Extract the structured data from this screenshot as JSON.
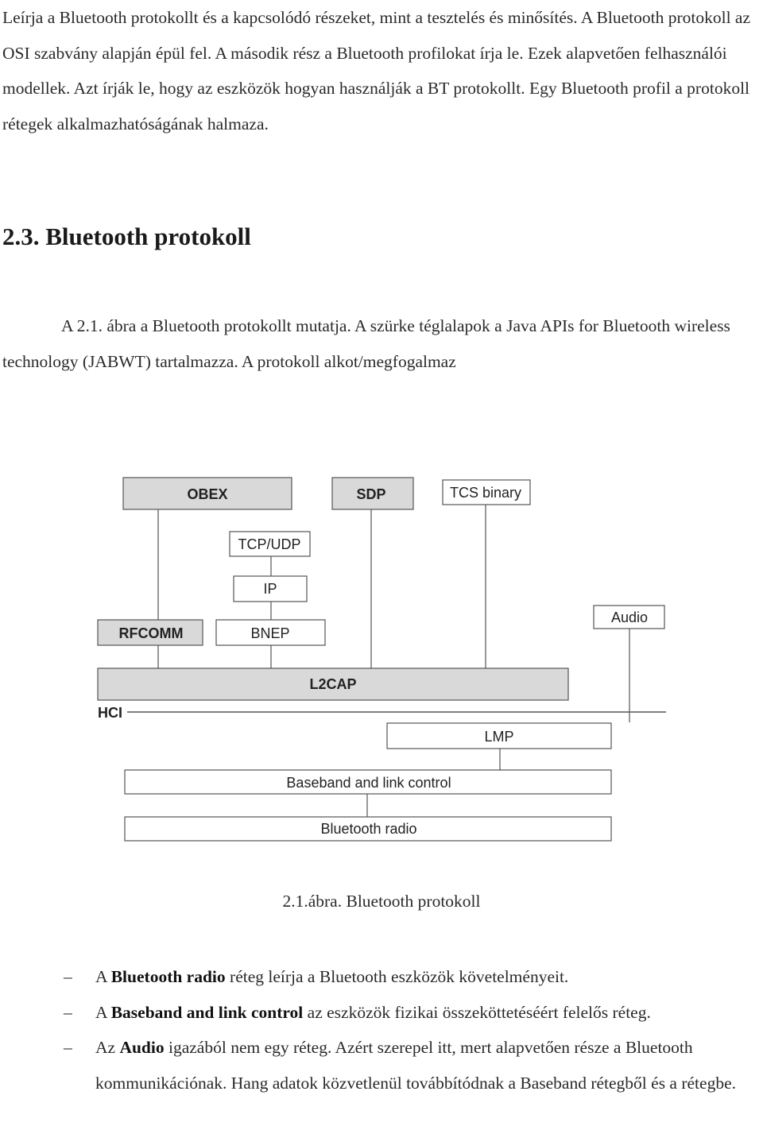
{
  "intro": {
    "text": "Leírja a Bluetooth protokollt és a kapcsolódó részeket, mint a tesztelés és minősítés. A Bluetooth protokoll az OSI szabvány alapján épül fel. A második rész a Bluetooth profilokat írja le. Ezek alapvetően felhasználói modellek. Azt írják le, hogy az eszközök hogyan használják a BT protokollt. Egy Bluetooth profil a protokoll rétegek alkalmazhatóságának halmaza."
  },
  "section": {
    "title": "2.3. Bluetooth protokoll"
  },
  "para2": {
    "text": "A 2.1. ábra a Bluetooth protokollt mutatja. A szürke téglalapok a Java APIs for Bluetooth wireless technology (JABWT) tartalmazza. A protokoll alkot/megfogalmaz"
  },
  "diagram": {
    "colors": {
      "gray": "#d9d9d9",
      "stroke": "#555555"
    },
    "blocks": {
      "obex": "OBEX",
      "sdp": "SDP",
      "tcs": "TCS binary",
      "tcpudp": "TCP/UDP",
      "ip": "IP",
      "audio": "Audio",
      "rfcomm": "RFCOMM",
      "bnep": "BNEP",
      "l2cap": "L2CAP",
      "hci": "HCI",
      "lmp": "LMP",
      "baseband": "Baseband and link control",
      "radio": "Bluetooth radio"
    }
  },
  "caption": {
    "text": "2.1.ábra. Bluetooth protokoll"
  },
  "bullets": [
    {
      "dash": "–",
      "pre": "A ",
      "bold": "Bluetooth radio",
      "post": " réteg leírja a Bluetooth eszközök követelményeit."
    },
    {
      "dash": "–",
      "pre": "A ",
      "bold": "Baseband and link control",
      "post": " az eszközök fizikai összeköttetéséért felelős réteg."
    },
    {
      "dash": "–",
      "pre": "Az ",
      "bold": "Audio",
      "post": " igazából nem egy réteg. Azért szerepel itt, mert alapvetően része a Bluetooth kommunikációnak. Hang adatok közvetlenül továbbítódnak a Baseband rétegből és a rétegbe."
    }
  ]
}
